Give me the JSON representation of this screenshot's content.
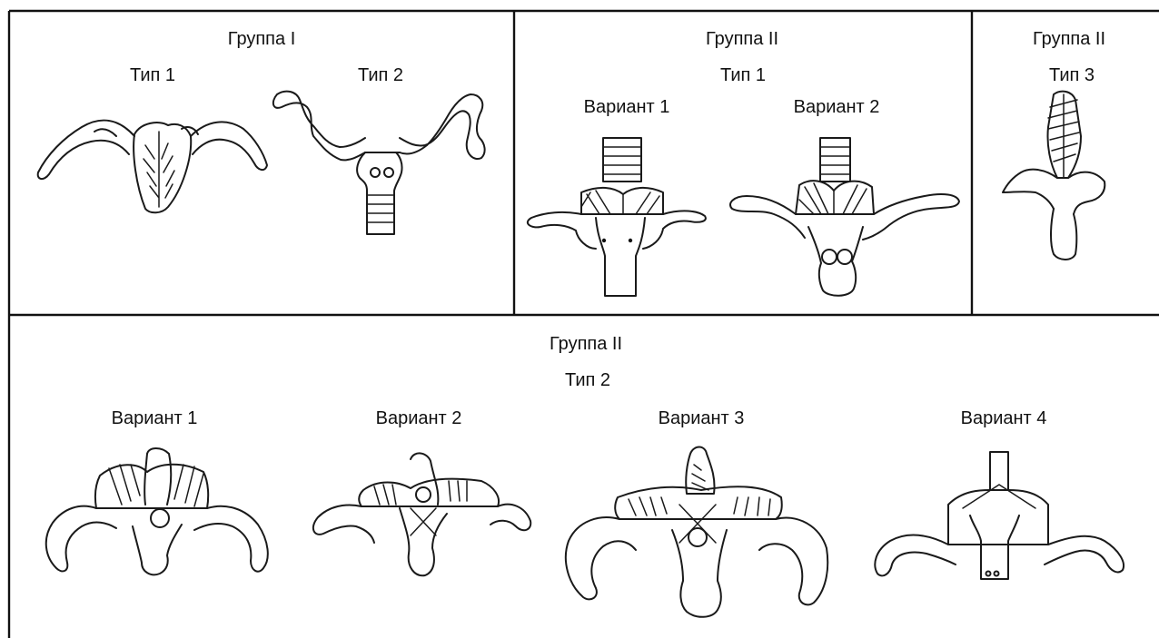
{
  "top": {
    "panel1": {
      "group": "Группа I",
      "type1": "Тип 1",
      "type2": "Тип 2"
    },
    "panel2": {
      "group": "Группа II",
      "type": "Тип 1",
      "variant1": "Вариант 1",
      "variant2": "Вариант  2"
    },
    "panel3": {
      "group": "Группа II",
      "type": "Тип 3"
    }
  },
  "bottom": {
    "group": "Группа II",
    "type": "Тип 2",
    "variants": [
      "Вариант 1",
      "Вариант 2",
      "Вариант 3",
      "Вариант 4"
    ]
  }
}
